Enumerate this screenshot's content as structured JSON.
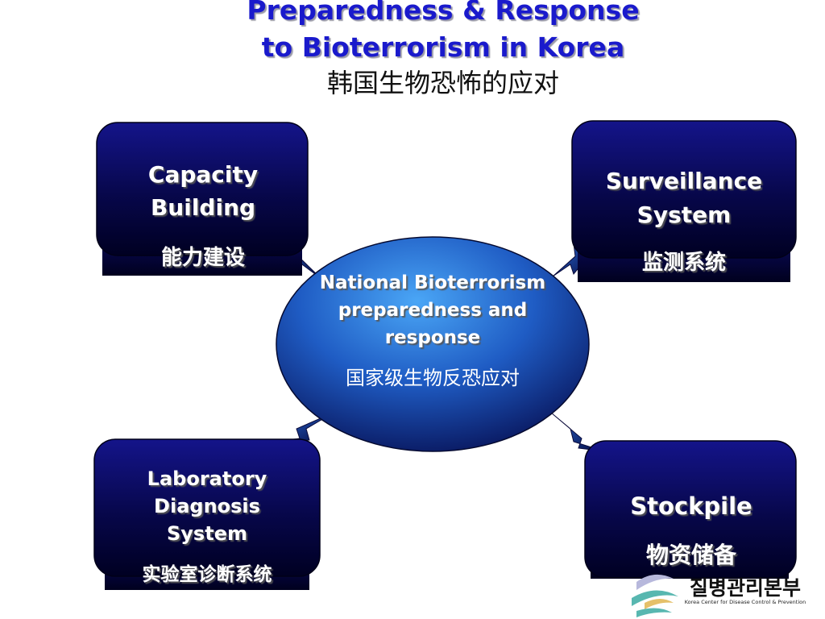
{
  "title": {
    "line1": "Preparedness & Response",
    "line2": "to Bioterrorism in Korea",
    "chinese": "韩国生物恐怖的应对"
  },
  "center": {
    "line1": "National Bioterrorism",
    "line2": "preparedness and",
    "line3": "response",
    "chinese": "国家级生物反恐应对"
  },
  "boxes": {
    "capacity": {
      "line1": "Capacity",
      "line2": "Building",
      "chinese": "能力建设"
    },
    "surveillance": {
      "line1": "Surveillance",
      "line2": "System",
      "chinese": "监测系统"
    },
    "laboratory": {
      "line1": "Laboratory",
      "line2": "Diagnosis",
      "line3": "System",
      "chinese": "实验室诊断系统"
    },
    "stockpile": {
      "line1": "Stockpile",
      "chinese": "物资储备"
    }
  },
  "logo": {
    "korean": "질병관리본부",
    "english": "Korea Center for Disease Control & Prevention"
  },
  "colors": {
    "title": "#1a1acc",
    "box_dark": "#000033",
    "box_mid": "#0b0b6e",
    "ellipse_light": "#3a8ee8",
    "ellipse_dark": "#0a1f66"
  }
}
